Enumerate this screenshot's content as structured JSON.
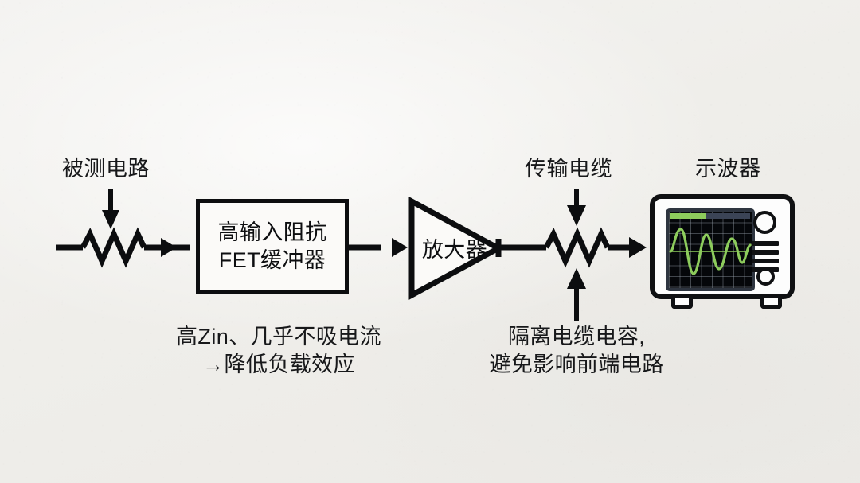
{
  "diagram": {
    "title_present": false,
    "background_color": "#f1f0ed",
    "ink_color": "#17181a",
    "accent_green": "#8dcc5c"
  },
  "labels": {
    "dut": "被测电路",
    "cable": "传输电缆",
    "scope": "示波器"
  },
  "blocks": {
    "buffer_line1": "高输入阻抗",
    "buffer_line2": "FET缓冲器",
    "amplifier": "放大器"
  },
  "captions": {
    "left_line1": "高Zin、几乎不吸电流",
    "left_line2": "→降低负载效应",
    "right_line1": "隔离电缆电容,",
    "right_line2": "避免影响前端电路"
  },
  "oscilloscope": {
    "screen_background": "#05070a",
    "grid_color": "#96a0aa",
    "trace_color": "#8dcc5c",
    "progress_percent": 45,
    "knob_count": 2,
    "slider_count": 4,
    "foot_count": 2
  },
  "symbols": {
    "input_resistor": "resistor-zigzag",
    "cable_resistor": "resistor-zigzag",
    "amplifier_shape": "triangle",
    "arrow_dut_down": "arrow-down",
    "arrow_cable_down": "arrow-down",
    "arrow_caption_up": "arrow-up",
    "signal_flow": "left-to-right"
  }
}
